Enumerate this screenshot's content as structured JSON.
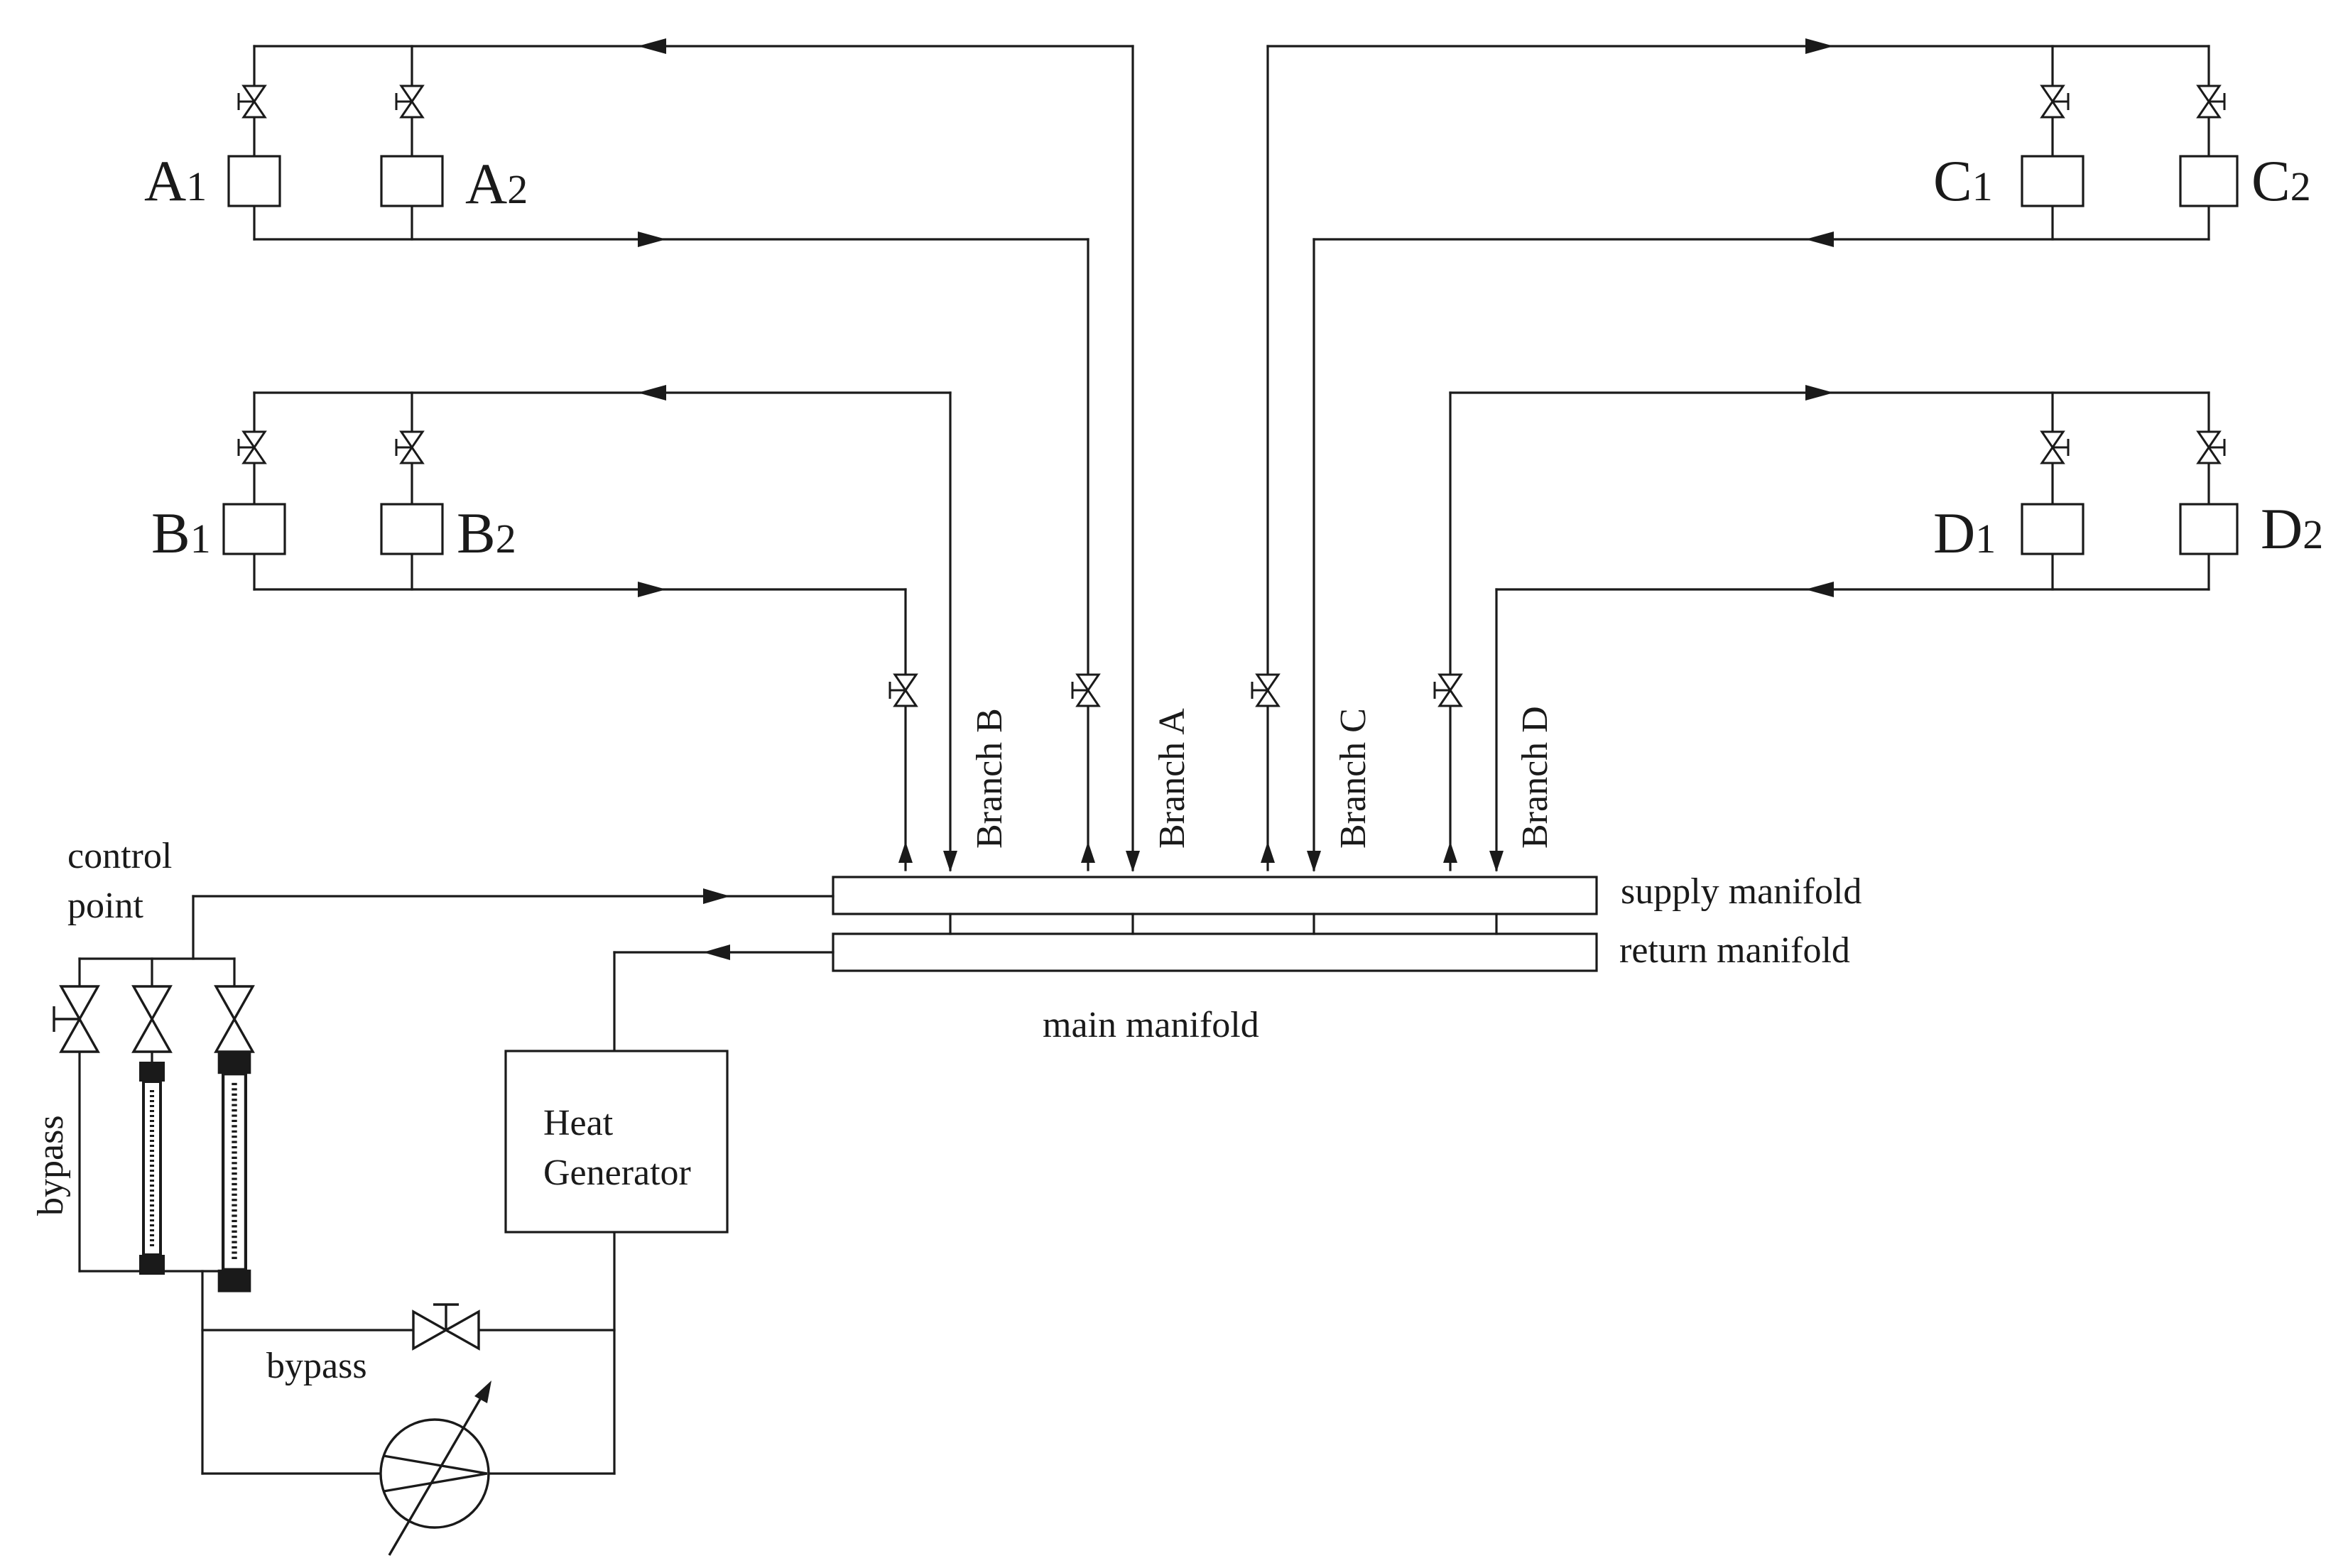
{
  "units": {
    "a1": {
      "letter": "A",
      "sub": "1"
    },
    "a2": {
      "letter": "A",
      "sub": "2"
    },
    "b1": {
      "letter": "B",
      "sub": "1"
    },
    "b2": {
      "letter": "B",
      "sub": "2"
    },
    "c1": {
      "letter": "C",
      "sub": "1"
    },
    "c2": {
      "letter": "C",
      "sub": "2"
    },
    "d1": {
      "letter": "D",
      "sub": "1"
    },
    "d2": {
      "letter": "D",
      "sub": "2"
    }
  },
  "branches": {
    "a": "Branch A",
    "b": "Branch B",
    "c": "Branch C",
    "d": "Branch D"
  },
  "manifold": {
    "supply": "supply manifold",
    "return": "return manifold",
    "main": "main manifold"
  },
  "labels": {
    "control_point_line1": "control",
    "control_point_line2": "point",
    "bypass_vertical": "bypass",
    "bypass_horizontal": "bypass",
    "heat_generator_line1": "Heat",
    "heat_generator_line2": "Generator"
  },
  "colors": {
    "line": "#1a1a1a",
    "background": "#ffffff"
  }
}
